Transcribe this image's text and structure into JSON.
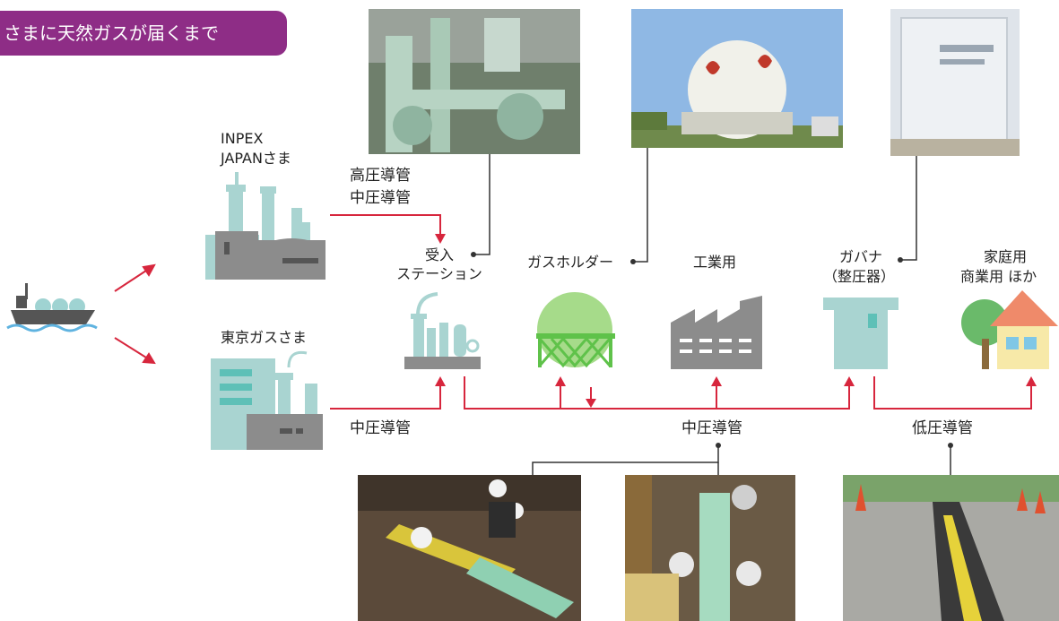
{
  "title": "さまに天然ガスが届くまで",
  "suppliers": {
    "inpex": "INPEX\nJAPANさま",
    "inpex_line1": "INPEX",
    "inpex_line2": "JAPANさま",
    "tokyo_gas": "東京ガスさま"
  },
  "facilities": {
    "receiving_line1": "受入",
    "receiving_line2": "ステーション",
    "gas_holder": "ガスホルダー",
    "industrial": "工業用",
    "governor_line1": "ガバナ",
    "governor_line2": "（整圧器）",
    "home_line1": "家庭用",
    "home_line2": "商業用 ほか"
  },
  "pipes": {
    "high_pressure": "高圧導管",
    "medium_pressure_top": "中圧導管",
    "medium_pressure_left": "中圧導管",
    "medium_pressure_center": "中圧導管",
    "low_pressure": "低圧導管"
  },
  "colors": {
    "banner": "#8e2d86",
    "flow_line": "#d7263d",
    "connector": "#333333",
    "teal_icon": "#a9d4d1",
    "gray_icon": "#8c8c8c",
    "green_icon": "#5fc24a",
    "house_roof": "#ef8a6a"
  },
  "icons": [
    "ship-icon",
    "refinery-icon",
    "gas-plant-icon",
    "receiving-station-icon",
    "gas-holder-icon",
    "factory-icon",
    "governor-icon",
    "house-icon"
  ]
}
